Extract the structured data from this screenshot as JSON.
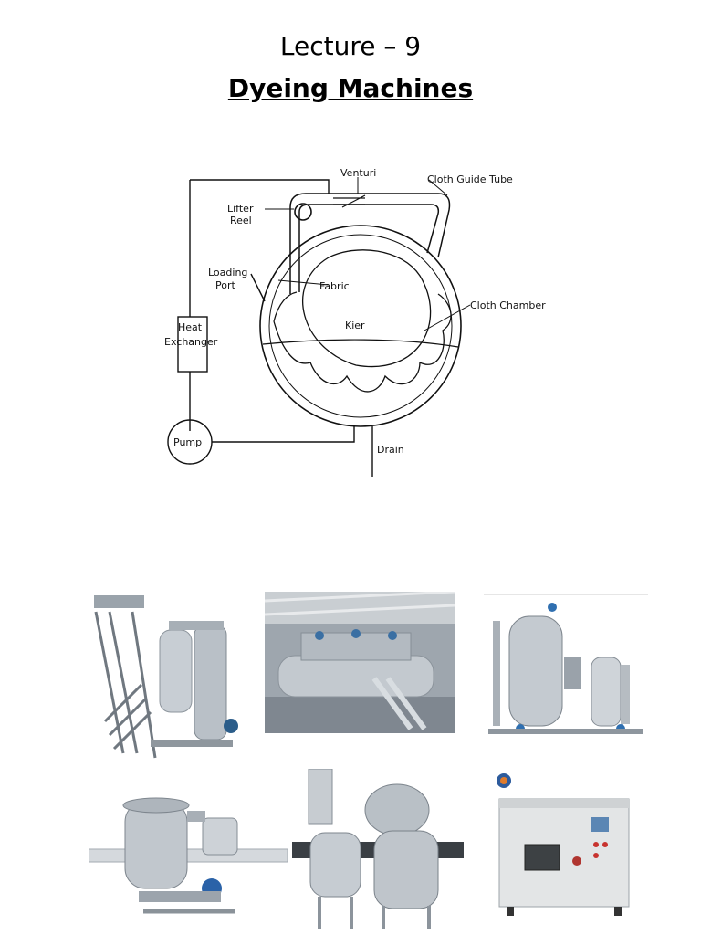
{
  "header": {
    "lecture": "Lecture – 9",
    "topic": "Dyeing Machines"
  },
  "diagram": {
    "labels": {
      "venturi": "Venturi",
      "cloth_guide_tube": "Cloth Guide Tube",
      "lifter_reel_1": "Lifter",
      "lifter_reel_2": "Reel",
      "loading_port_1": "Loading",
      "loading_port_2": "Port",
      "fabric": "Fabric",
      "cloth_chamber": "Cloth Chamber",
      "kier": "Kier",
      "heat_exchanger_1": "Heat",
      "heat_exchanger_2": "Exchanger",
      "pump": "Pump",
      "drain": "Drain"
    }
  },
  "photos": [
    {
      "name": "jet-dyeing-machine-with-winch-photo"
    },
    {
      "name": "factory-dyeing-machines-photo"
    },
    {
      "name": "htht-dyeing-vessel-photo"
    },
    {
      "name": "yarn-package-dyeing-machine-photo"
    },
    {
      "name": "laboratory-dyeing-vessels-photo"
    },
    {
      "name": "lab-dyeing-cabinet-photo"
    }
  ]
}
